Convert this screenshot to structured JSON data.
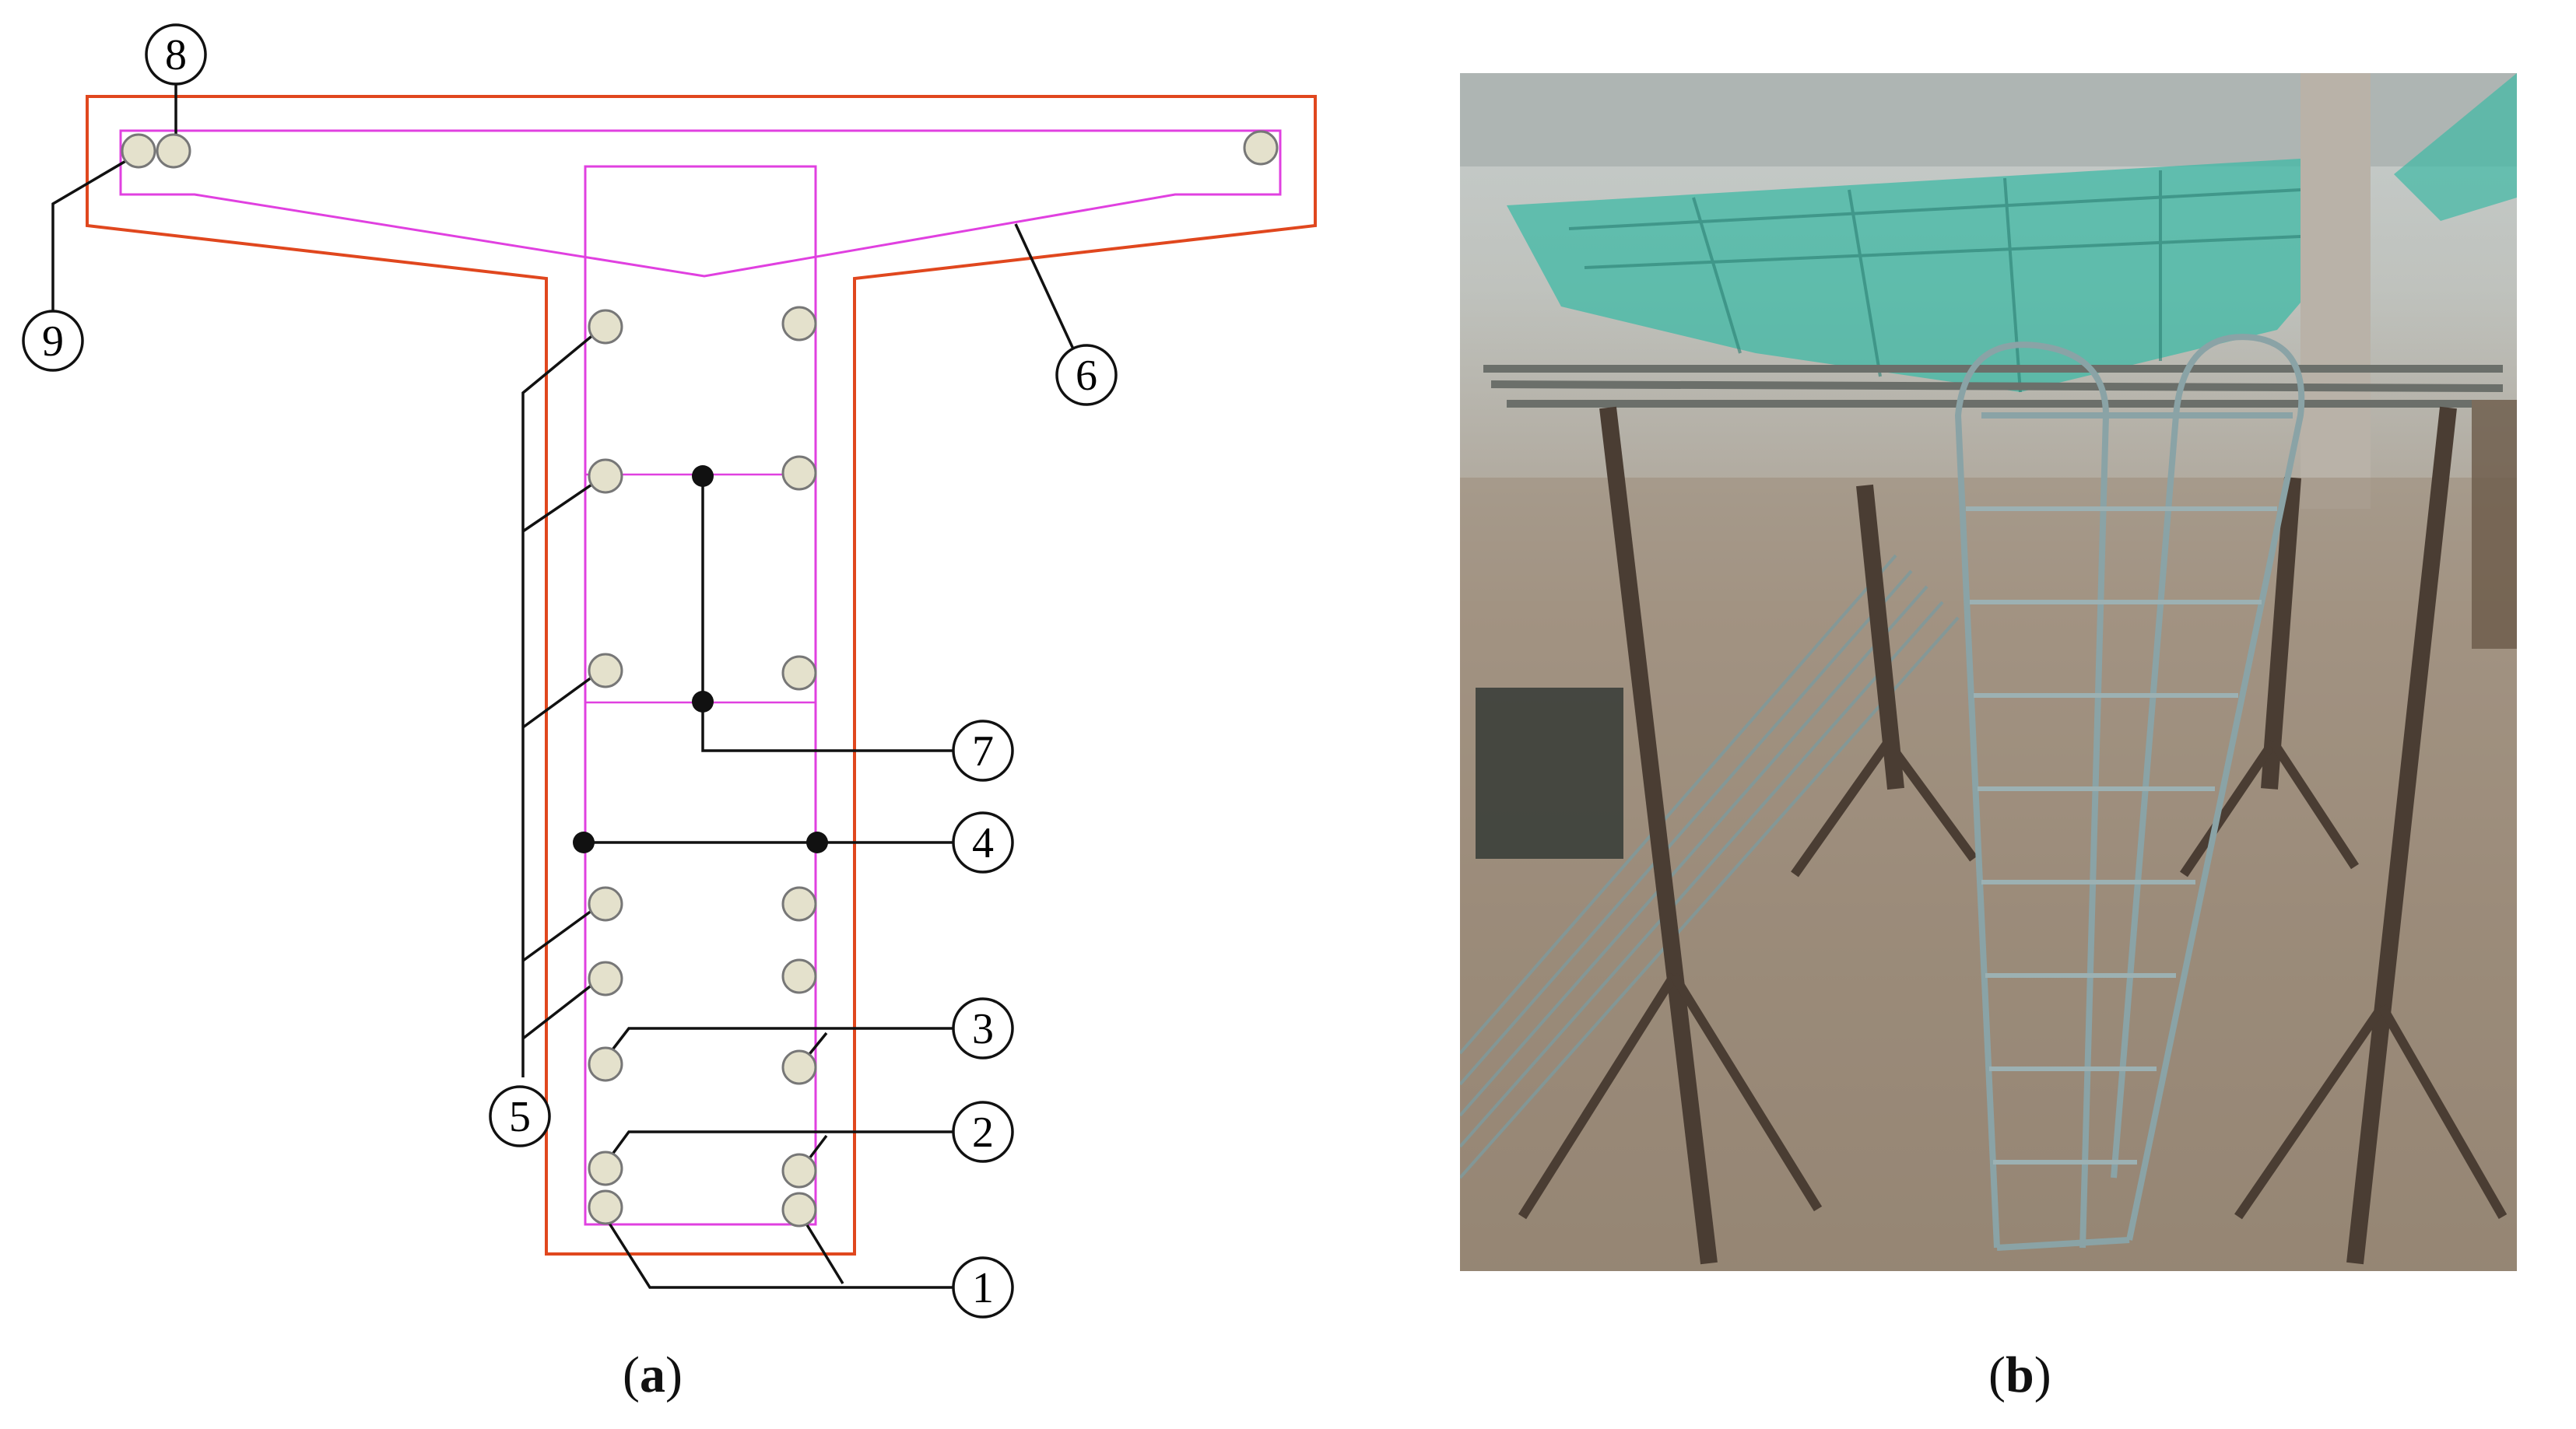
{
  "figure": {
    "panel_a": {
      "caption_label": "a",
      "callouts": [
        "1",
        "2",
        "3",
        "4",
        "5",
        "6",
        "7",
        "8",
        "9"
      ],
      "colors": {
        "concrete_outline": "#e0471e",
        "reinforcement_cage": "#e040e0",
        "rebar_fill": "#e4e1cc",
        "rebar_stroke": "#777777",
        "leader": "#111111"
      }
    },
    "panel_b": {
      "caption_label": "b",
      "photo_subject": "steel-reinforcement-cage-on-stands"
    }
  }
}
